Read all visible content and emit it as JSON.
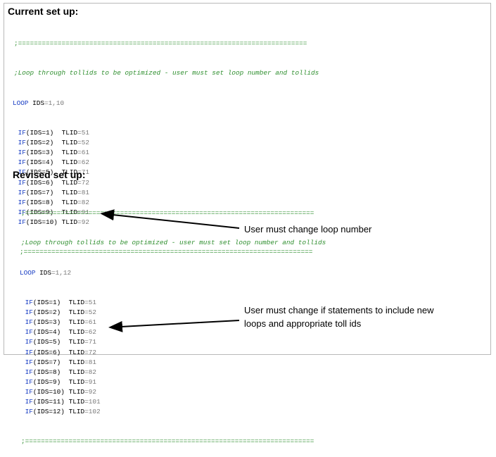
{
  "current": {
    "heading": "Current set up:",
    "separator_top": ";=========================================================================",
    "comment": ";Loop through tollids to be optimized - user must set loop number and tollids",
    "loop": {
      "keyword": "LOOP",
      "var": "IDS",
      "value": "=1,10"
    },
    "ifs": [
      {
        "cond": "(IDS=1)",
        "pad": "  ",
        "tlid": "=51"
      },
      {
        "cond": "(IDS=2)",
        "pad": "  ",
        "tlid": "=52"
      },
      {
        "cond": "(IDS=3)",
        "pad": "  ",
        "tlid": "=61"
      },
      {
        "cond": "(IDS=4)",
        "pad": "  ",
        "tlid": "=62"
      },
      {
        "cond": "(IDS=5)",
        "pad": "  ",
        "tlid": "=71"
      },
      {
        "cond": "(IDS=6)",
        "pad": "  ",
        "tlid": "=72"
      },
      {
        "cond": "(IDS=7)",
        "pad": "  ",
        "tlid": "=81"
      },
      {
        "cond": "(IDS=8)",
        "pad": "  ",
        "tlid": "=82"
      },
      {
        "cond": "(IDS=9)",
        "pad": "  ",
        "tlid": "=91"
      },
      {
        "cond": "(IDS=10)",
        "pad": " ",
        "tlid": "=92"
      }
    ],
    "separator_bottom": ";========================================================================="
  },
  "revised": {
    "heading": "Revised set up:",
    "separator_top": ";=========================================================================",
    "comment": ";Loop through tollids to be optimized - user must set loop number and tollids",
    "loop": {
      "keyword": "LOOP",
      "var": "IDS",
      "value": "=1,12"
    },
    "ifs": [
      {
        "cond": "(IDS=1)",
        "pad": "  ",
        "tlid": "=51"
      },
      {
        "cond": "(IDS=2)",
        "pad": "  ",
        "tlid": "=52"
      },
      {
        "cond": "(IDS=3)",
        "pad": "  ",
        "tlid": "=61"
      },
      {
        "cond": "(IDS=4)",
        "pad": "  ",
        "tlid": "=62"
      },
      {
        "cond": "(IDS=5)",
        "pad": "  ",
        "tlid": "=71"
      },
      {
        "cond": "(IDS=6)",
        "pad": "  ",
        "tlid": "=72"
      },
      {
        "cond": "(IDS=7)",
        "pad": "  ",
        "tlid": "=81"
      },
      {
        "cond": "(IDS=8)",
        "pad": "  ",
        "tlid": "=82"
      },
      {
        "cond": "(IDS=9)",
        "pad": "  ",
        "tlid": "=91"
      },
      {
        "cond": "(IDS=10)",
        "pad": " ",
        "tlid": "=92"
      },
      {
        "cond": "(IDS=11)",
        "pad": " ",
        "tlid": "=101"
      },
      {
        "cond": "(IDS=12)",
        "pad": " ",
        "tlid": "=102"
      }
    ],
    "separator_bottom": ";========================================================================="
  },
  "keywords": {
    "if": "IF",
    "tlid": "TLID"
  },
  "annotations": {
    "loop_note": "User must change loop number",
    "if_note": "User must change if statements to include new\nloops and appropriate toll ids"
  },
  "colors": {
    "comment": "#2f8f2f",
    "keyword": "#1a3fc4",
    "number": "#7a7a7a",
    "frame_border": "#b9b9b9"
  }
}
